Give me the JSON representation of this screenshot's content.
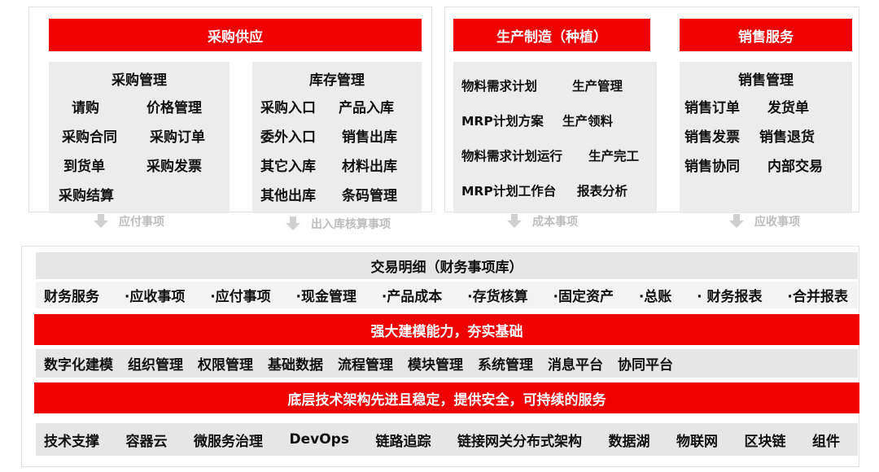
{
  "procurement": {
    "header": "采购供应",
    "purchase_mgmt": {
      "title": "采购管理",
      "items": [
        "请购",
        "价格管理",
        "采购合同",
        "采购订单",
        "到货单",
        "采购发票",
        "采购结算"
      ]
    },
    "inventory_mgmt": {
      "title": "库存管理",
      "items": [
        "采购入口",
        "产品入库",
        "委外入口",
        "销售出库",
        "其它入库",
        "材料出库",
        "其他出库",
        "条码管理"
      ]
    }
  },
  "production": {
    "header": "生产制造（种植）",
    "items": [
      "物料需求计划",
      "生产管理",
      "MRP计划方案",
      "生产领料",
      "物料需求计划运行",
      "生产完工",
      "MRP计划工作台",
      "报表分析"
    ]
  },
  "sales": {
    "header": "销售服务",
    "sales_mgmt": {
      "title": "销售管理",
      "items": [
        "销售订单",
        "发货单",
        "销售发票",
        "销售退货",
        "销售协同",
        "内部交易"
      ]
    }
  },
  "flows": [
    "应付事项",
    "出入库核算事项",
    "成本事项",
    "应收事项"
  ],
  "ledger": {
    "title": "交易明细（财务事项库）",
    "items": [
      "财务服务",
      "·应收事项",
      "·应付事项",
      "·现金管理",
      "·产品成本",
      "·存货核算",
      "·固定资产",
      "·总账",
      "· 财务报表",
      "·合并报表"
    ]
  },
  "modeling": {
    "title": "强大建模能力，夯实基础",
    "items": [
      "数字化建模",
      "组织管理",
      "权限管理",
      "基础数据",
      "流程管理",
      "模块管理",
      "系统管理",
      "消息平台",
      "协同平台"
    ]
  },
  "infra": {
    "title": "底层技术架构先进且稳定，提供安全，可持续的服务",
    "items": [
      "技术支撑",
      "容器云",
      "微服务治理",
      "DevOps",
      "链路追踪",
      "链接网关分布式架构",
      "数据湖",
      "物联网",
      "区块链",
      "组件"
    ]
  },
  "colors": {
    "accent": "#f00000",
    "box_gray": "#ececec",
    "flow_gray": "#bdbdbd"
  }
}
